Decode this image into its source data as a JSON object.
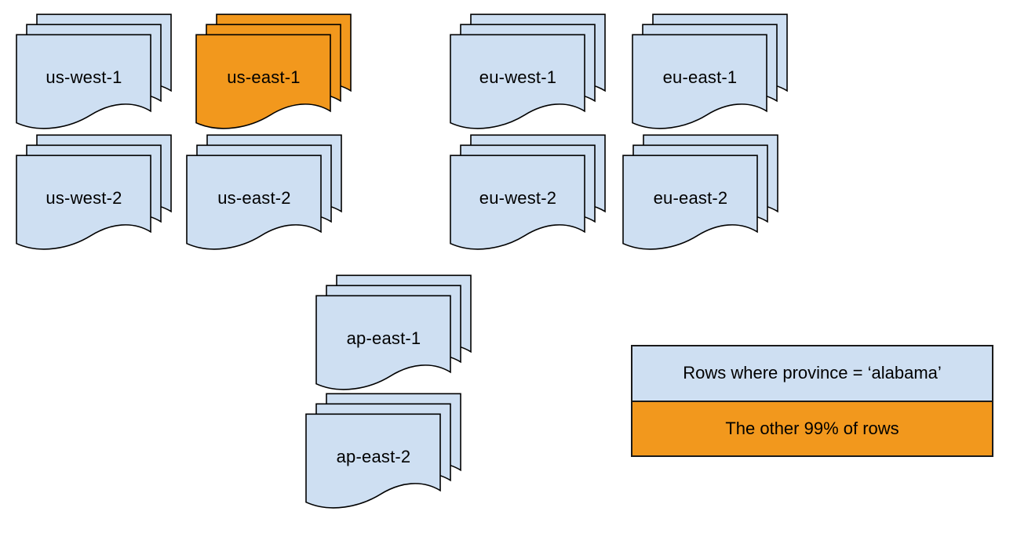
{
  "colors": {
    "blue": "#CEDFF2",
    "orange": "#F2981D",
    "stroke": "#000000"
  },
  "stacks": [
    {
      "id": "us-west-1",
      "label": "us-west-1",
      "color": "blue"
    },
    {
      "id": "us-east-1",
      "label": "us-east-1",
      "color": "orange"
    },
    {
      "id": "eu-west-1",
      "label": "eu-west-1",
      "color": "blue"
    },
    {
      "id": "eu-east-1",
      "label": "eu-east-1",
      "color": "blue"
    },
    {
      "id": "us-west-2",
      "label": "us-west-2",
      "color": "blue"
    },
    {
      "id": "us-east-2",
      "label": "us-east-2",
      "color": "blue"
    },
    {
      "id": "eu-west-2",
      "label": "eu-west-2",
      "color": "blue"
    },
    {
      "id": "eu-east-2",
      "label": "eu-east-2",
      "color": "blue"
    },
    {
      "id": "ap-east-1",
      "label": "ap-east-1",
      "color": "blue"
    },
    {
      "id": "ap-east-2",
      "label": "ap-east-2",
      "color": "blue"
    }
  ],
  "legend": {
    "items": [
      {
        "label": "Rows where province = ‘alabama’",
        "color": "blue"
      },
      {
        "label": "The other 99% of rows",
        "color": "orange"
      }
    ]
  }
}
